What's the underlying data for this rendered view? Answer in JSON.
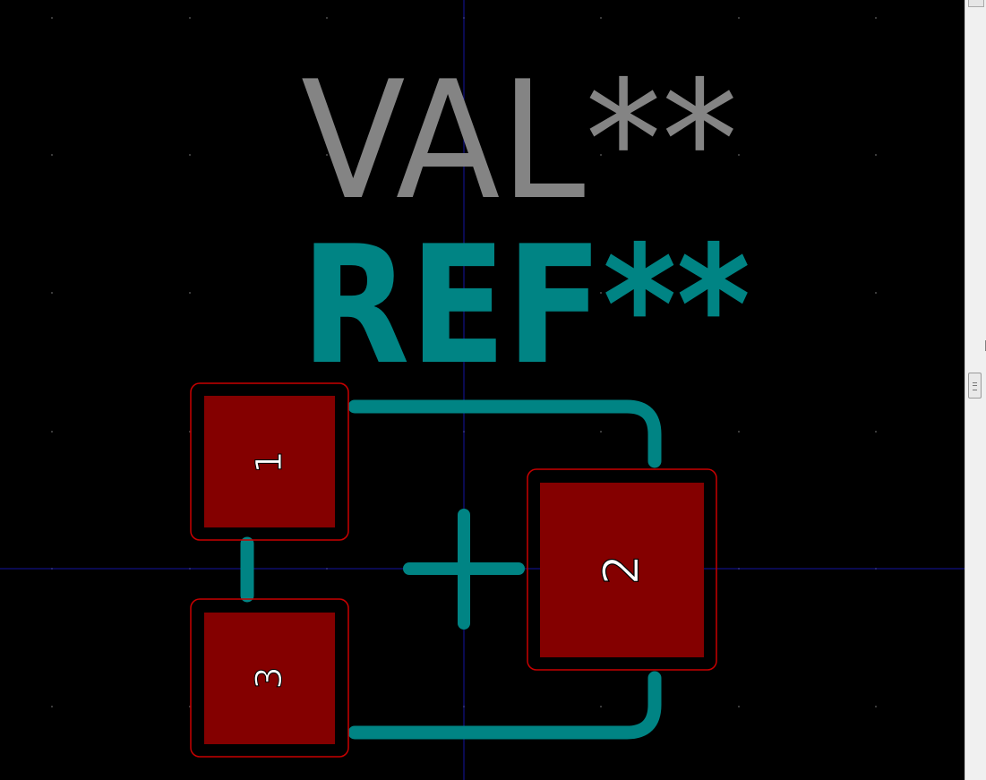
{
  "canvas": {
    "background": "#000000",
    "grid_color": "#3a3a3a",
    "crosshair_color": "#1414a0"
  },
  "colors": {
    "value_text": "#848484",
    "reference_text": "#008484",
    "silkscreen": "#008484",
    "pad_fill": "#840000",
    "pad_outline": "#c80000",
    "pad_number": "#ffffff",
    "anchor": "#008484"
  },
  "footprint": {
    "value": "VAL**",
    "reference": "REF**",
    "pads": [
      {
        "number": "1"
      },
      {
        "number": "2"
      },
      {
        "number": "3"
      }
    ]
  },
  "scrollbar": {
    "grip_icon": "scroll-grip-icon"
  }
}
